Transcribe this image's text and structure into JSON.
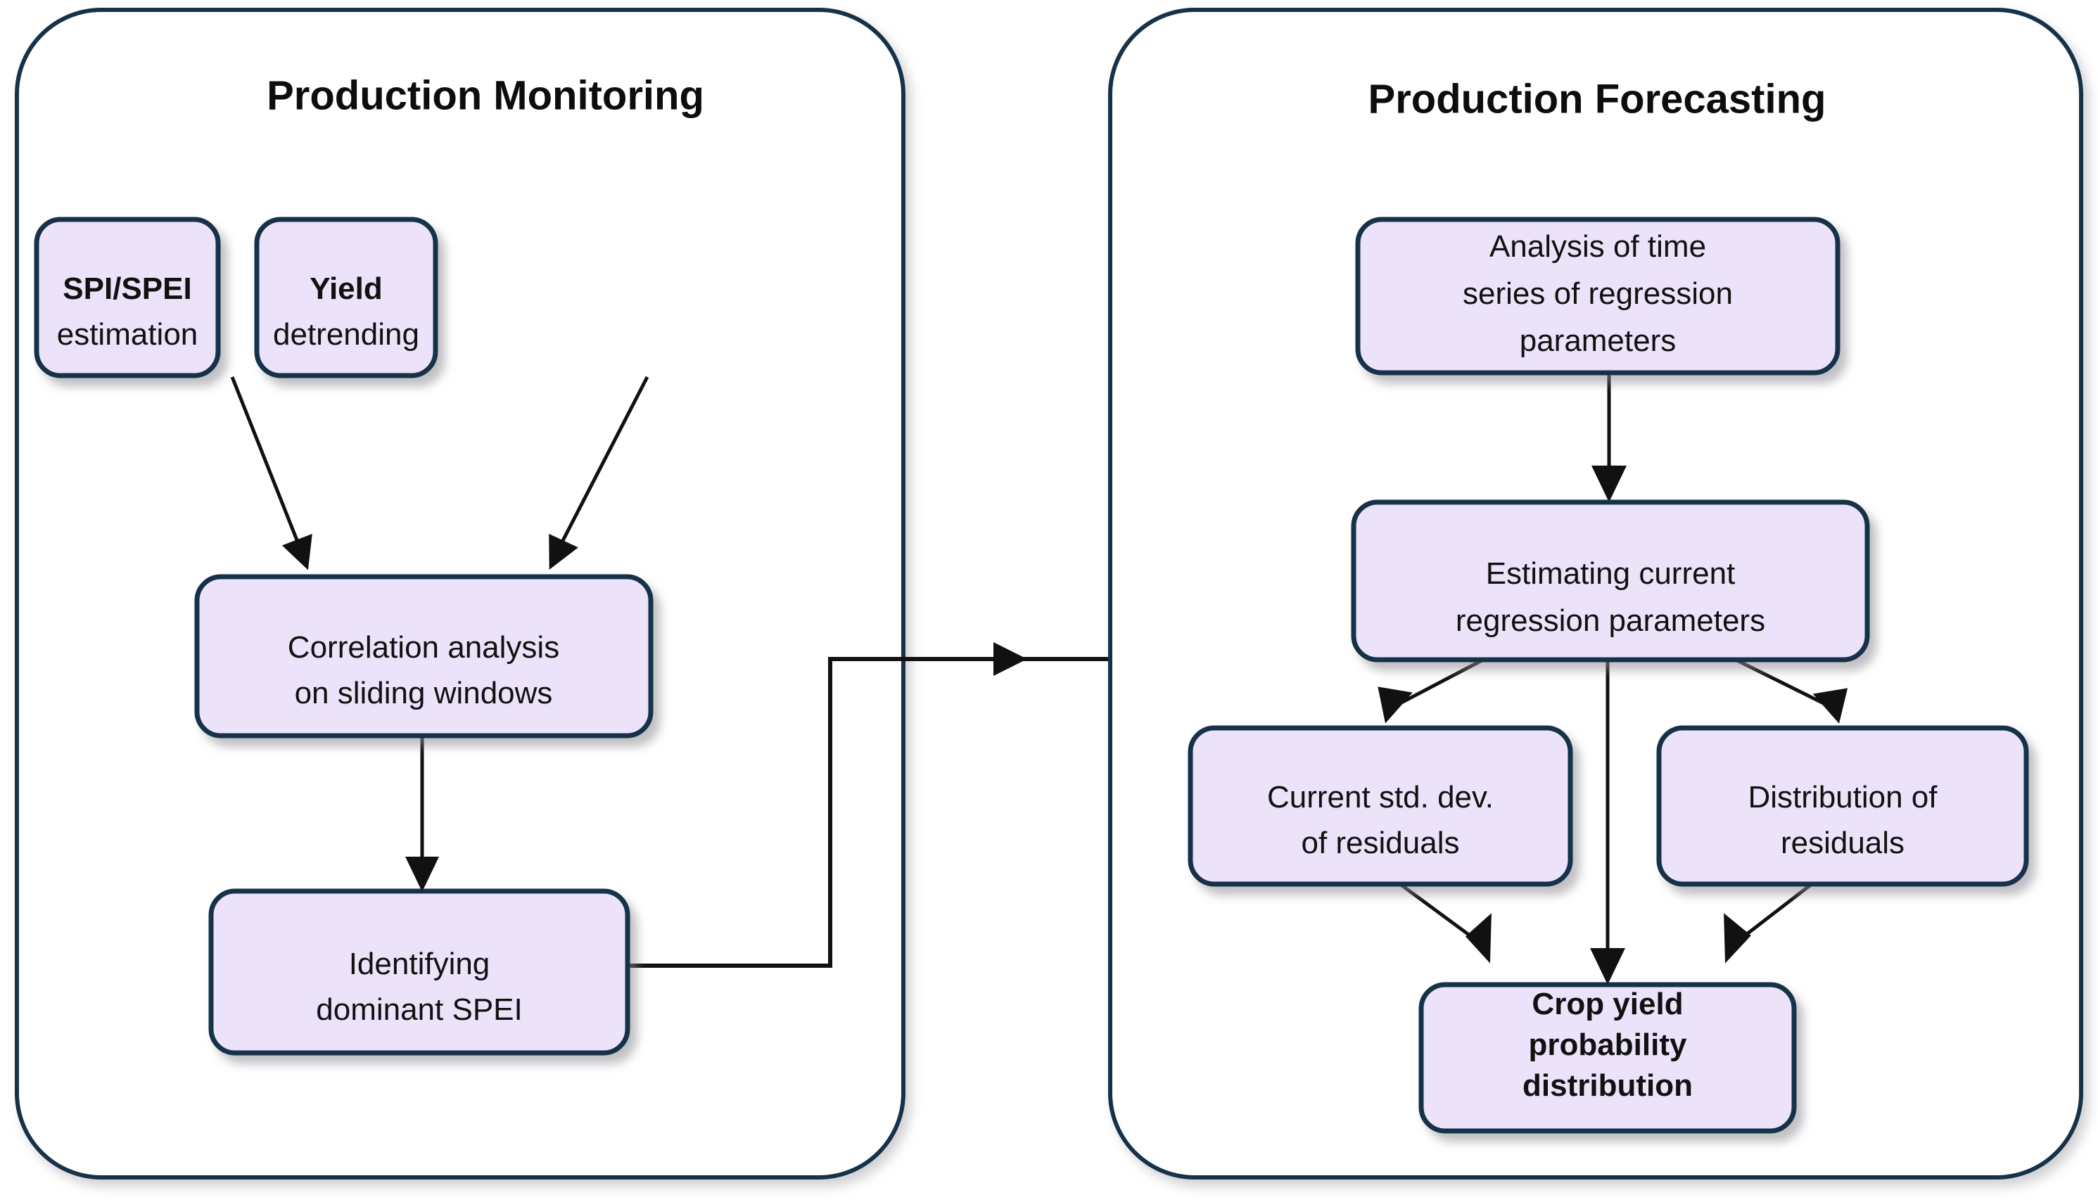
{
  "diagram": {
    "title_left": "Production Monitoring",
    "title_right": "Production Forecasting",
    "panels": [
      {
        "id": "production-monitoring",
        "title": "Production Monitoring",
        "nodes": [
          {
            "id": "spi-spei-estimation",
            "line1": "SPI/SPEI",
            "line2": "estimation",
            "line1_bold": true,
            "line2_bold": false
          },
          {
            "id": "yield-detrending",
            "line1": "Yield",
            "line2": "detrending",
            "line1_bold": true,
            "line2_bold": false
          },
          {
            "id": "correlation-analysis",
            "line1": "Correlation analysis",
            "line2": "on sliding windows",
            "line1_bold": false,
            "line2_bold": false
          },
          {
            "id": "identifying-dominant-spei",
            "line1": "Identifying",
            "line2": "dominant SPEI",
            "line1_bold": false,
            "line2_bold": false
          }
        ]
      },
      {
        "id": "production-forecasting",
        "title": "Production Forecasting",
        "nodes": [
          {
            "id": "analysis-of-time-series",
            "line1": "Analysis of time",
            "line2": "series of regression",
            "line3": "parameters",
            "line1_bold": false,
            "line2_bold": false,
            "line3_bold": false
          },
          {
            "id": "estimating-current-regression-parameters",
            "line1": "Estimating current",
            "line2": "regression parameters",
            "line1_bold": false,
            "line2_bold": false
          },
          {
            "id": "current-std-dev-of-residuals",
            "line1": "Current std. dev.",
            "line2": "of residuals",
            "line1_bold": false,
            "line2_bold": false
          },
          {
            "id": "distribution-of-residuals",
            "line1": "Distribution of",
            "line2": "residuals",
            "line1_bold": false,
            "line2_bold": false
          },
          {
            "id": "crop-yield-probability-distribution",
            "line1": "Crop yield",
            "line2": "probability",
            "line3": "distribution",
            "line1_bold": true,
            "line2_bold": true,
            "line3_bold": true
          }
        ]
      }
    ],
    "edges": [
      {
        "id": "spi-to-correlation",
        "from": "spi-spei-estimation",
        "to": "correlation-analysis",
        "arrow": true
      },
      {
        "id": "yield-to-correlation",
        "from": "yield-detrending",
        "to": "correlation-analysis",
        "arrow": true
      },
      {
        "id": "correlation-to-identifying",
        "from": "correlation-analysis",
        "to": "identifying-dominant-spei",
        "arrow": true
      },
      {
        "id": "identifying-to-forecasting",
        "from": "identifying-dominant-spei",
        "to": "analysis-of-time-series",
        "arrow": true
      },
      {
        "id": "analysis-to-estimating",
        "from": "analysis-of-time-series",
        "to": "estimating-current-regression-parameters",
        "arrow": true
      },
      {
        "id": "estimating-to-current-std-dev",
        "from": "estimating-current-regression-parameters",
        "to": "current-std-dev-of-residuals",
        "arrow": true
      },
      {
        "id": "estimating-to-crop-yield",
        "from": "estimating-current-regression-parameters",
        "to": "crop-yield-probability-distribution",
        "arrow": true
      },
      {
        "id": "estimating-to-distribution",
        "from": "estimating-current-regression-parameters",
        "to": "distribution-of-residuals",
        "arrow": true
      },
      {
        "id": "current-std-dev-to-crop-yield",
        "from": "current-std-dev-of-residuals",
        "to": "crop-yield-probability-distribution",
        "arrow": true
      },
      {
        "id": "distribution-to-crop-yield",
        "from": "distribution-of-residuals",
        "to": "crop-yield-probability-distribution",
        "arrow": true
      }
    ],
    "colors": {
      "node_fill": "#ece3fa",
      "node_stroke": "#163049",
      "panel_stroke": "#163049",
      "edge": "#111111",
      "text": "#111111",
      "background": "#ffffff"
    }
  }
}
